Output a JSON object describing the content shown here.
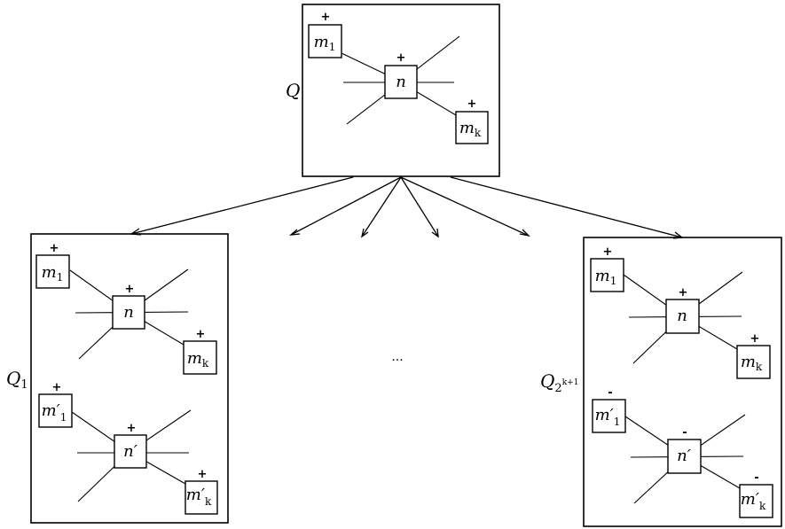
{
  "diagram": {
    "top": {
      "name": "Q",
      "center": {
        "name": "n",
        "sign": "+"
      },
      "first": {
        "name": "m",
        "sub": "1",
        "sign": "+"
      },
      "last": {
        "name": "m",
        "sub": "k",
        "sign": "+"
      }
    },
    "left": {
      "name": "Q",
      "name_sub": "1",
      "upper": {
        "center": {
          "name": "n",
          "sign": "+"
        },
        "first": {
          "name": "m",
          "sub": "1",
          "sign": "+"
        },
        "last": {
          "name": "m",
          "sub": "k",
          "sign": "+"
        }
      },
      "lower": {
        "center": {
          "name": "n′",
          "sign": "+"
        },
        "first": {
          "name": "m′",
          "sub": "1",
          "sign": "+"
        },
        "last": {
          "name": "m′",
          "sub": "k",
          "sign": "+"
        }
      }
    },
    "right": {
      "name": "Q",
      "name_sub": "2",
      "name_sup": "k+1",
      "upper": {
        "center": {
          "name": "n",
          "sign": "+"
        },
        "first": {
          "name": "m",
          "sub": "1",
          "sign": "+"
        },
        "last": {
          "name": "m",
          "sub": "k",
          "sign": "+"
        }
      },
      "lower": {
        "center": {
          "name": "n′",
          "sign": "-"
        },
        "first": {
          "name": "m′",
          "sub": "1",
          "sign": "-"
        },
        "last": {
          "name": "m′",
          "sub": "k",
          "sign": "-"
        }
      }
    },
    "ellipsis": "..."
  }
}
